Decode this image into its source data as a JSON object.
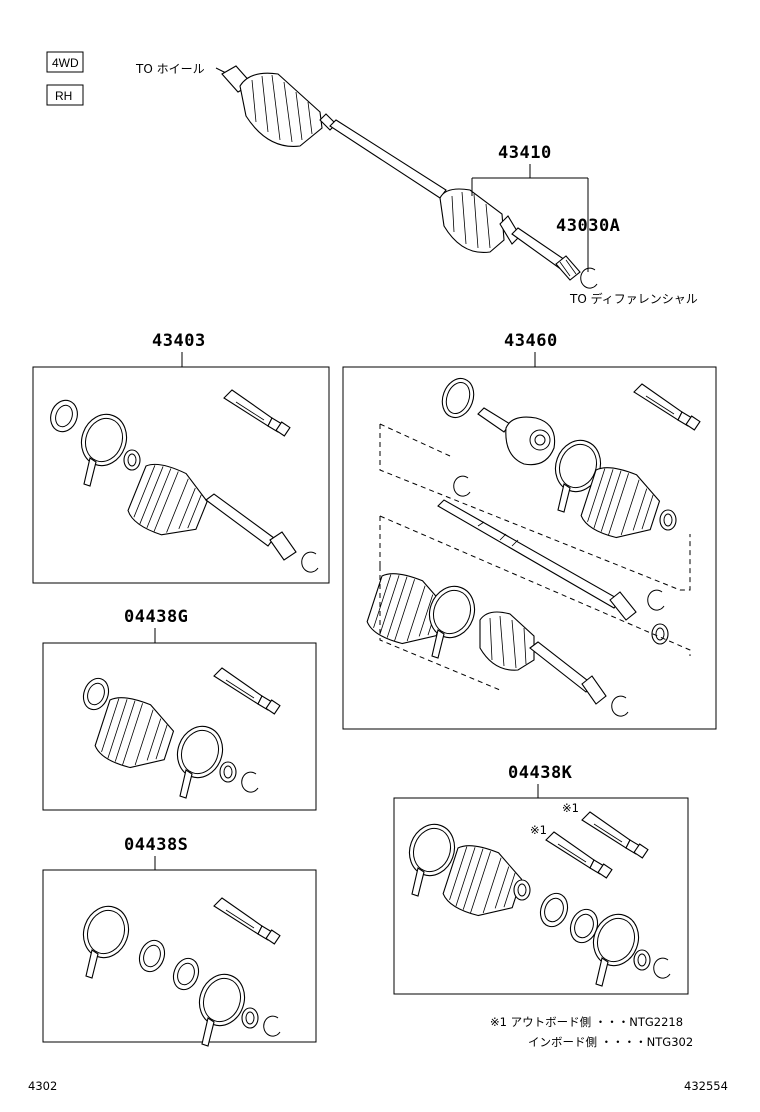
{
  "tags": {
    "drive": "4WD",
    "side": "RH"
  },
  "labels": {
    "to_wheel": "TO ホイール",
    "to_diff": "TO ディファレンシャル"
  },
  "parts": {
    "p43410": "43410",
    "p43030A": "43030A",
    "p43403": "43403",
    "p43460": "43460",
    "p04438G": "04438G",
    "p04438S": "04438S",
    "p04438K": "04438K"
  },
  "footnote": {
    "mark1": "※1",
    "mark1b": "※1",
    "line1": "※1  アウトボード側 ・・・NTG2218",
    "line2": "インボード側 ・・・・NTG302"
  },
  "footer": {
    "left": "4302",
    "right": "432554"
  }
}
